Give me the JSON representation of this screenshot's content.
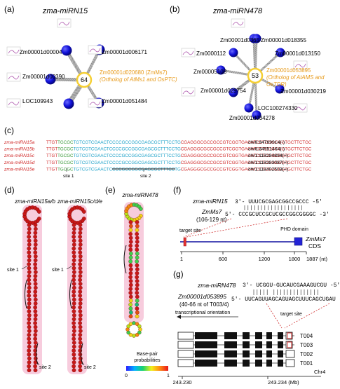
{
  "panels": {
    "a": {
      "letter": "(a)",
      "title": "zma-miRN15",
      "center_count": "64",
      "center_label_1": "Zm00001d020680 (ZmMs7)",
      "center_label_2": "(Ortholog of AtMs1 and OsPTC)",
      "nodes": [
        "Zm00001d00004",
        "Zm00001d006171",
        "Zm00001d00390",
        "LOC109943",
        "Zm00001d051484"
      ]
    },
    "b": {
      "letter": "(b)",
      "title": "zma-miRN478",
      "center_count": "53",
      "center_label_1": "Zm00001d053895",
      "center_label_2": "(Ortholog of AtAMS and",
      "center_label_3": "OsTDR)",
      "nodes": [
        "Zm00001d0365",
        "Zm00001d018355",
        "Zm0000112",
        "Zm00001d013150",
        "Zm00005108",
        "Zm00001d029754",
        "Zm00001d030219",
        "LOC100274330",
        "Zm00001d034278"
      ]
    },
    "c": {
      "letter": "(c)",
      "rows": [
        {
          "name": "zma-miRN15a",
          "head": "TTGT",
          "mid": "TGCGC",
          "seq": "TGTCGTCGAACTCCCCGCCGGCGAGCGCTTTCCTG",
          "tail": "CGAGGGCGCCGCCGTCGGTGAGATCCTCGGCGGTGCTTCTGC",
          "pos": "chr6:34769914(-)"
        },
        {
          "name": "zma-miRN15b",
          "head": "TTGT",
          "mid": "TGCGC",
          "seq": "TGTCGTCGAACTCCCCGCCGGCGAGCGCTTTCCTG",
          "tail": "CGAGGGCGCCGCCGTCGGTGAGATCCTCGGCGGTGCTTCTGC",
          "pos": "chr6:34951464(-)"
        },
        {
          "name": "zma-miRN15c",
          "head": "TTGT",
          "mid": "TGCGC",
          "seq": "TGTCGTCGAACTCCCCGCCGGCGAGCGCTTTCCTG",
          "tail": "CGAGGGCGCCGCCGTCGGTGAGATCCTCGGCGGTGCTTCTGC",
          "pos": "chr1:118284894(+)"
        },
        {
          "name": "zma-miRN15d",
          "head": "TTGT",
          "mid": "TGCGC",
          "seq": "TGTCGTCGAACTCCCCGCCGGCGAGCGCTTTCCTG",
          "tail": "CGAGGGCGCCGCCGTCGGTGAGATCCTCGGCGGTGCTTCTGC",
          "pos": "chr1:118383087(+)"
        },
        {
          "name": "zma-miRN15e",
          "head": "TTGT",
          "mid": "TGCGC",
          "seq": "TGTCGTCGAACTCCCCGCCGGCGAGCGCTTTCCTG",
          "tail": "CGAGGGCGCCGCCGTCGGTGAGATCCTCGGCGGTGCTTCTGC",
          "pos": "chr1:118402503(+)"
        }
      ],
      "site1": "site 1",
      "site2": "site 2"
    },
    "d": {
      "letter": "(d)",
      "title_left": "zma-miRN15a/b",
      "title_right": "zma-miRN15c/d/e",
      "site1": "site 1",
      "site2": "site 2"
    },
    "e": {
      "letter": "(e)",
      "title": "zma-miRN478",
      "legend_title_1": "Base-pair",
      "legend_title_2": "probabilities",
      "legend_min": "0",
      "legend_max": "1"
    },
    "f": {
      "letter": "(f)",
      "mirna": "zma-miRN15",
      "mirna_seq": "3'- UUUCGCGAGCGGCCGCCC -5'",
      "gene": "ZmMs7",
      "gene_range": "(106-129 nt)",
      "target_seq": "5'- CCCGCUCCGCUCGCCGGCGGGGC -3'",
      "target_site": "target site",
      "domain": "PHD domain",
      "cds_1": "ZmMs7",
      "cds_2": "CDS",
      "ticks": [
        "1",
        "600",
        "1200",
        "1800",
        "1887 (nt)"
      ]
    },
    "g": {
      "letter": "(g)",
      "mirna": "zma-miRN478",
      "mirna_seq": "3'- UCGGU-GUCAUCGAAAGUCGU -5'",
      "gene": "Zm00001d053895",
      "gene_range": "(40-66 nt of T003/4)",
      "target_seq": "5'- UUCAGUUAGCAGUAGCUUUCAGCUGAU -3'",
      "target_site": "target site",
      "orientation": "transcriptional orientation",
      "transcripts": [
        "T004",
        "T003",
        "T002",
        "T001"
      ],
      "chrom": "Chr4",
      "coord_left": "243.230",
      "coord_right": "243.234 (Mb)"
    }
  },
  "colors": {
    "node_blue": "#1010d8",
    "center_ring": "#f5cf33",
    "orange_text": "#e79a1a",
    "seq_green": "#3a9a3a",
    "seq_red": "#d02a2a",
    "stem_red": "#cc1c1c",
    "pink_glow": "#f3b6cf"
  }
}
